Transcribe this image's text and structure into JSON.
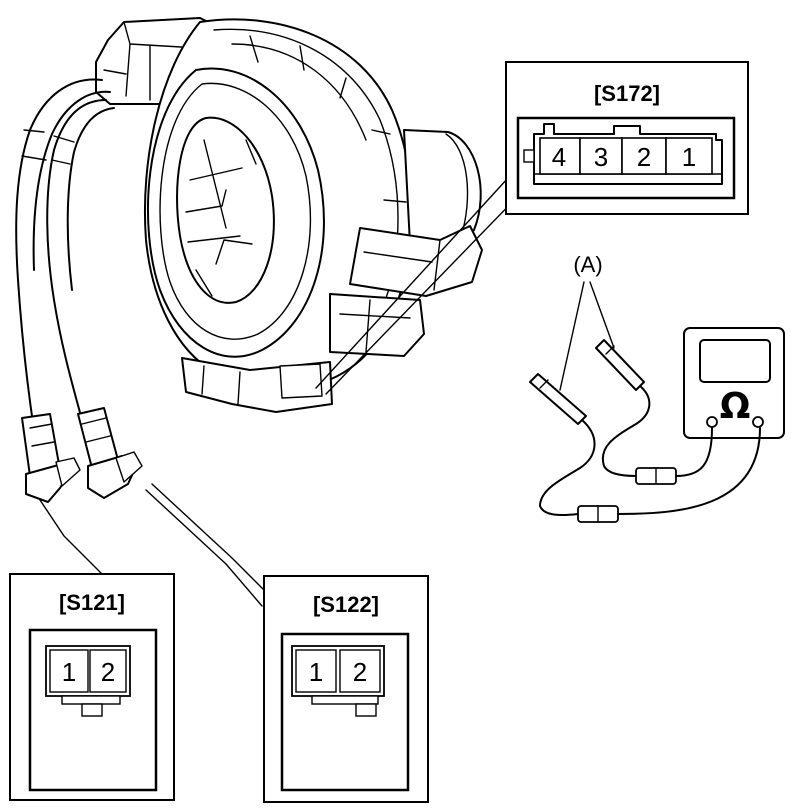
{
  "connectors": {
    "s172": {
      "label": "[S172]",
      "pins": [
        "4",
        "3",
        "2",
        "1"
      ]
    },
    "s121": {
      "label": "[S121]",
      "pins": [
        "1",
        "2"
      ]
    },
    "s122": {
      "label": "[S122]",
      "pins": [
        "1",
        "2"
      ]
    }
  },
  "tester": {
    "probe_label": "(A)",
    "unit_symbol": "Ω"
  },
  "icons": {
    "unit": "ohm-symbol-icon",
    "component": "spiral-cable-illustration"
  }
}
